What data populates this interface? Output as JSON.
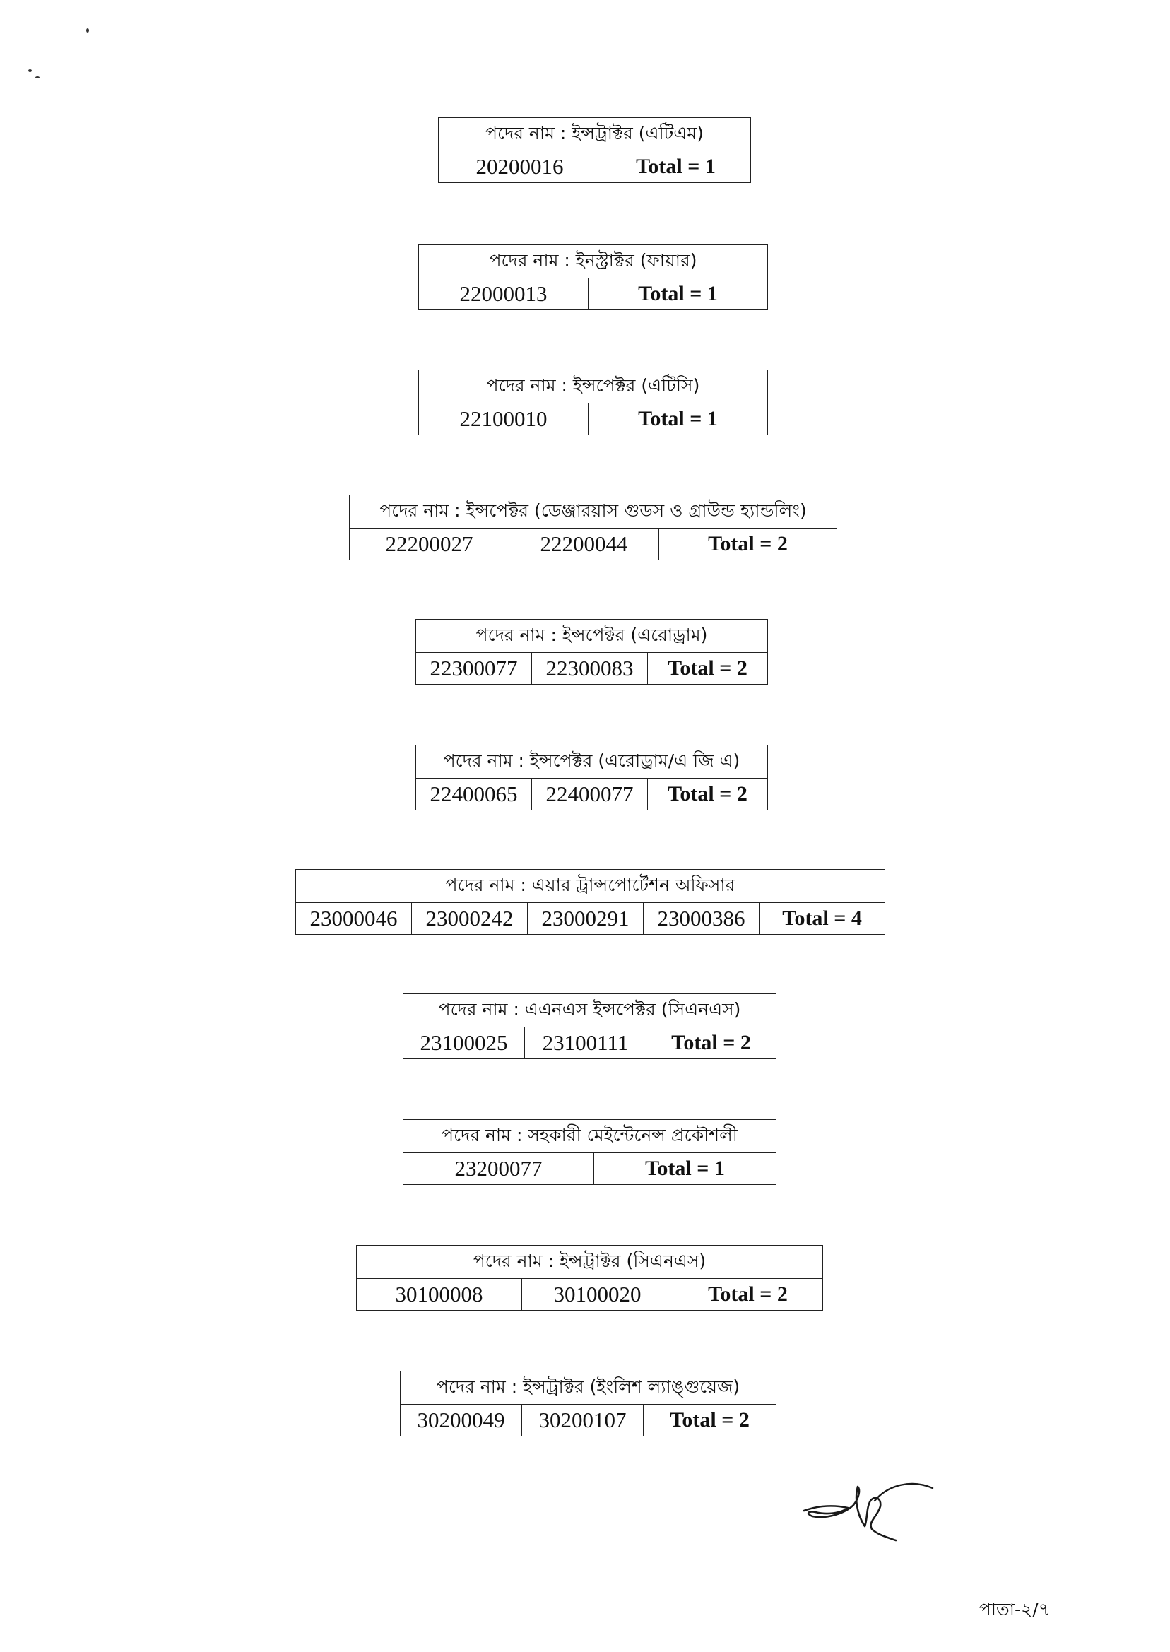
{
  "tables": [
    {
      "title": "পদের নাম : ইন্সট্রাক্টর (এটিএম)",
      "ids": [
        "20200016"
      ],
      "total": "Total = 1"
    },
    {
      "title": "পদের নাম : ইনস্ট্রাক্টর (ফায়ার)",
      "ids": [
        "22000013"
      ],
      "total": "Total = 1"
    },
    {
      "title": "পদের নাম : ইন্সপেক্টর (এটিসি)",
      "ids": [
        "22100010"
      ],
      "total": "Total = 1"
    },
    {
      "title": "পদের নাম : ইন্সপেক্টর (ডেঞ্জারয়াস গুডস ও গ্রাউন্ড হ্যান্ডলিং)",
      "ids": [
        "22200027",
        "22200044"
      ],
      "total": "Total = 2"
    },
    {
      "title": "পদের নাম : ইন্সপেক্টর (এরোড্রাম)",
      "ids": [
        "22300077",
        "22300083"
      ],
      "total": "Total = 2"
    },
    {
      "title": "পদের নাম : ইন্সপেক্টর (এরোড্রাম/এ জি এ)",
      "ids": [
        "22400065",
        "22400077"
      ],
      "total": "Total = 2"
    },
    {
      "title": "পদের নাম : এয়ার ট্রান্সপোর্টেশন অফিসার",
      "ids": [
        "23000046",
        "23000242",
        "23000291",
        "23000386"
      ],
      "total": "Total = 4"
    },
    {
      "title": "পদের নাম : এএনএস ইন্সপেক্টর (সিএনএস)",
      "ids": [
        "23100025",
        "23100111"
      ],
      "total": "Total = 2"
    },
    {
      "title": "পদের নাম : সহকারী মেইন্টেনেন্স প্রকৌশলী",
      "ids": [
        "23200077"
      ],
      "total": "Total = 1"
    },
    {
      "title": "পদের নাম : ইন্সট্রাক্টর (সিএনএস)",
      "ids": [
        "30100008",
        "30100020"
      ],
      "total": "Total = 2"
    },
    {
      "title": "পদের নাম : ইন্সট্রাক্টর (ইংলিশ ল্যাঙ্গুয়েজ)",
      "ids": [
        "30200049",
        "30200107"
      ],
      "total": "Total = 2"
    }
  ],
  "page_number": "পাতা-২/৭"
}
